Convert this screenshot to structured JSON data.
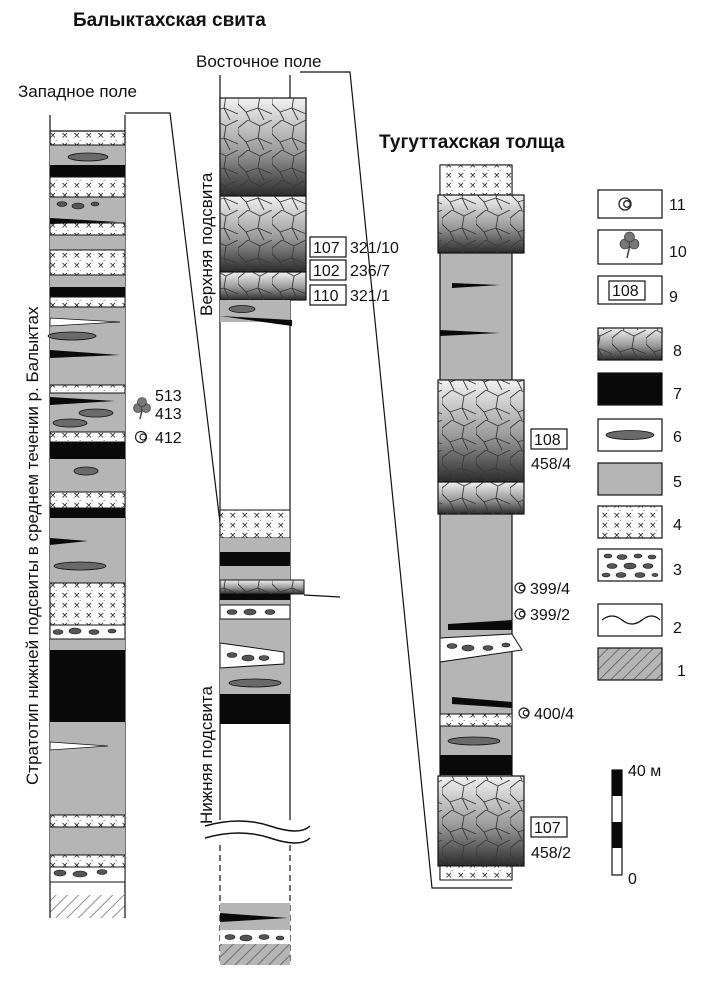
{
  "titles": {
    "svita": "Балыктахская свита",
    "tolsha": "Тугуттахская толща"
  },
  "fields": {
    "west": "Западное  поле",
    "east": "Восточное  поле"
  },
  "column_labels": {
    "stratotype": "Стратотип нижней подсвиты в среднем течении р. Балыктах",
    "upper": "Верхняя подсвита",
    "lower": "Нижняя подсвита"
  },
  "west_samples": [
    "513",
    "413",
    "412"
  ],
  "east_samples": [
    {
      "box": "107",
      "text": "321/10"
    },
    {
      "box": "102",
      "text": "236/7"
    },
    {
      "box": "110",
      "text": "321/1"
    }
  ],
  "tug_samples": {
    "upper_box": "108",
    "upper_text": "458/4",
    "fossils": [
      "399/4",
      "399/2",
      "400/4"
    ],
    "lower_box": "107",
    "lower_text": "458/2"
  },
  "legend": {
    "box_label": "108",
    "numbers": [
      "11",
      "10",
      "9",
      "8",
      "7",
      "6",
      "5",
      "4",
      "3",
      "2",
      "1"
    ]
  },
  "scale": {
    "top": "40 м",
    "bottom": "0"
  },
  "colors": {
    "grey": "#b5b5b5",
    "black": "#0a0a0a",
    "line": "#111111"
  }
}
